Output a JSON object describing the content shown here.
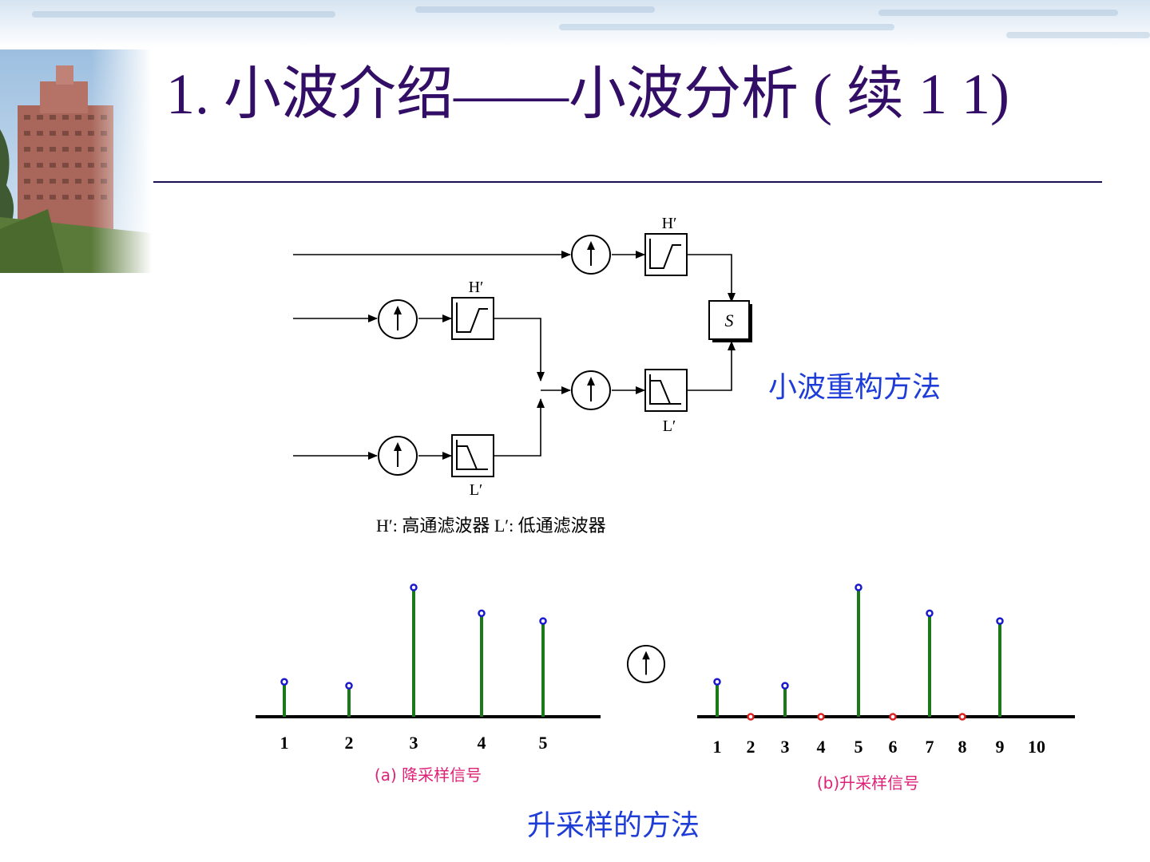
{
  "slide": {
    "title": "1.  小波介绍——小波分析 ( 续 1 1)",
    "accent_color": "#330e66",
    "caption_color": "#1e3cd6"
  },
  "reconstruction_diagram": {
    "high_filter_label": "H′",
    "low_filter_label": "L′",
    "sum_label": "S",
    "upsample_icon": "upsample-arrow-icon",
    "highpass_icon": "highpass-response-icon",
    "lowpass_icon": "lowpass-response-icon",
    "legend": "H′: 高通滤波器    L′: 低通滤波器",
    "caption": "小波重构方法"
  },
  "upsampling_figure": {
    "upsample_symbol_icon": "upsample-arrow-icon",
    "panel_a": {
      "caption": "(a)  降采样信号",
      "ticks": [
        "1",
        "2",
        "3",
        "4",
        "5"
      ],
      "values": [
        0.27,
        0.24,
        1.0,
        0.8,
        0.74
      ]
    },
    "panel_b": {
      "caption": "(b)升采样信号",
      "ticks": [
        "1",
        "2",
        "3",
        "4",
        "5",
        "6",
        "7",
        "8",
        "9",
        "10"
      ],
      "values": [
        0.27,
        0,
        0.24,
        0,
        1.0,
        0,
        0.8,
        0,
        0.74,
        null
      ]
    },
    "caption": "升采样的方法",
    "colors": {
      "stem": "#1a7a1a",
      "marker": "#1a1acc",
      "zero_marker": "#dd2222",
      "axis": "#000000",
      "caption": "#dd2277"
    }
  }
}
